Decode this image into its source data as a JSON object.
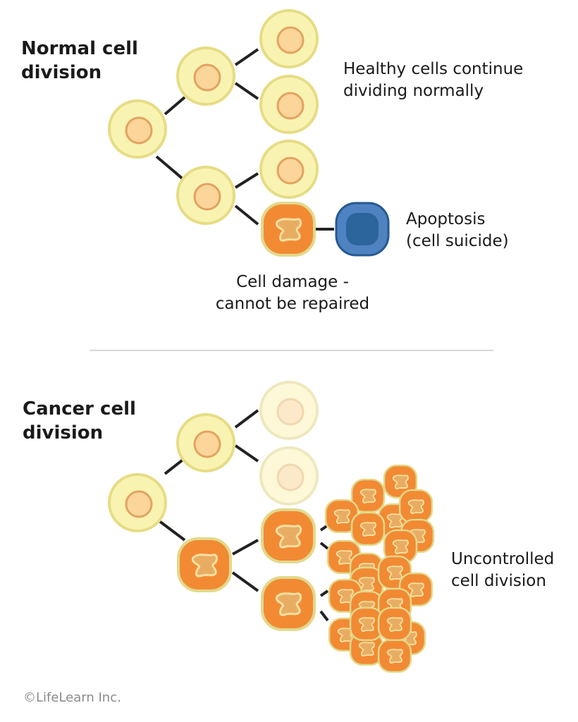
{
  "colors": {
    "cell_fill": "#F9F3B2",
    "cell_stroke": "#E6DC84",
    "nucleus_fill": "#FBD59A",
    "nucleus_stroke": "#E3A35F",
    "faded_cell_fill": "#FCF8D8",
    "faded_cell_stroke": "#EEE8BE",
    "faded_nucleus_fill": "#FCE9C9",
    "faded_nucleus_stroke": "#F1D7B1",
    "damaged_fill": "#F28A34",
    "damaged_stroke": "#E2D98A",
    "damaged_nucleus_fill": "#E8AD63",
    "damaged_nucleus_stroke": "#FBE0A0",
    "apoptosis_outer": "#4F82C0",
    "apoptosis_inner": "#2B659B",
    "apoptosis_stroke": "#245A92",
    "line": "#222222",
    "divider": "#D8D8D8"
  },
  "normal": {
    "title_line1": "Normal cell",
    "title_line2": "division",
    "healthy_line1": "Healthy cells continue",
    "healthy_line2": "dividing normally",
    "apoptosis_line1": "Apoptosis",
    "apoptosis_line2": "(cell suicide)",
    "damage_line1": "Cell damage -",
    "damage_line2": "cannot be repaired"
  },
  "cancer": {
    "title_line1": "Cancer cell",
    "title_line2": "division",
    "uncontrolled_line1": "Uncontrolled",
    "uncontrolled_line2": "cell division"
  },
  "footer": {
    "copyright": "©LifeLearn Inc."
  }
}
